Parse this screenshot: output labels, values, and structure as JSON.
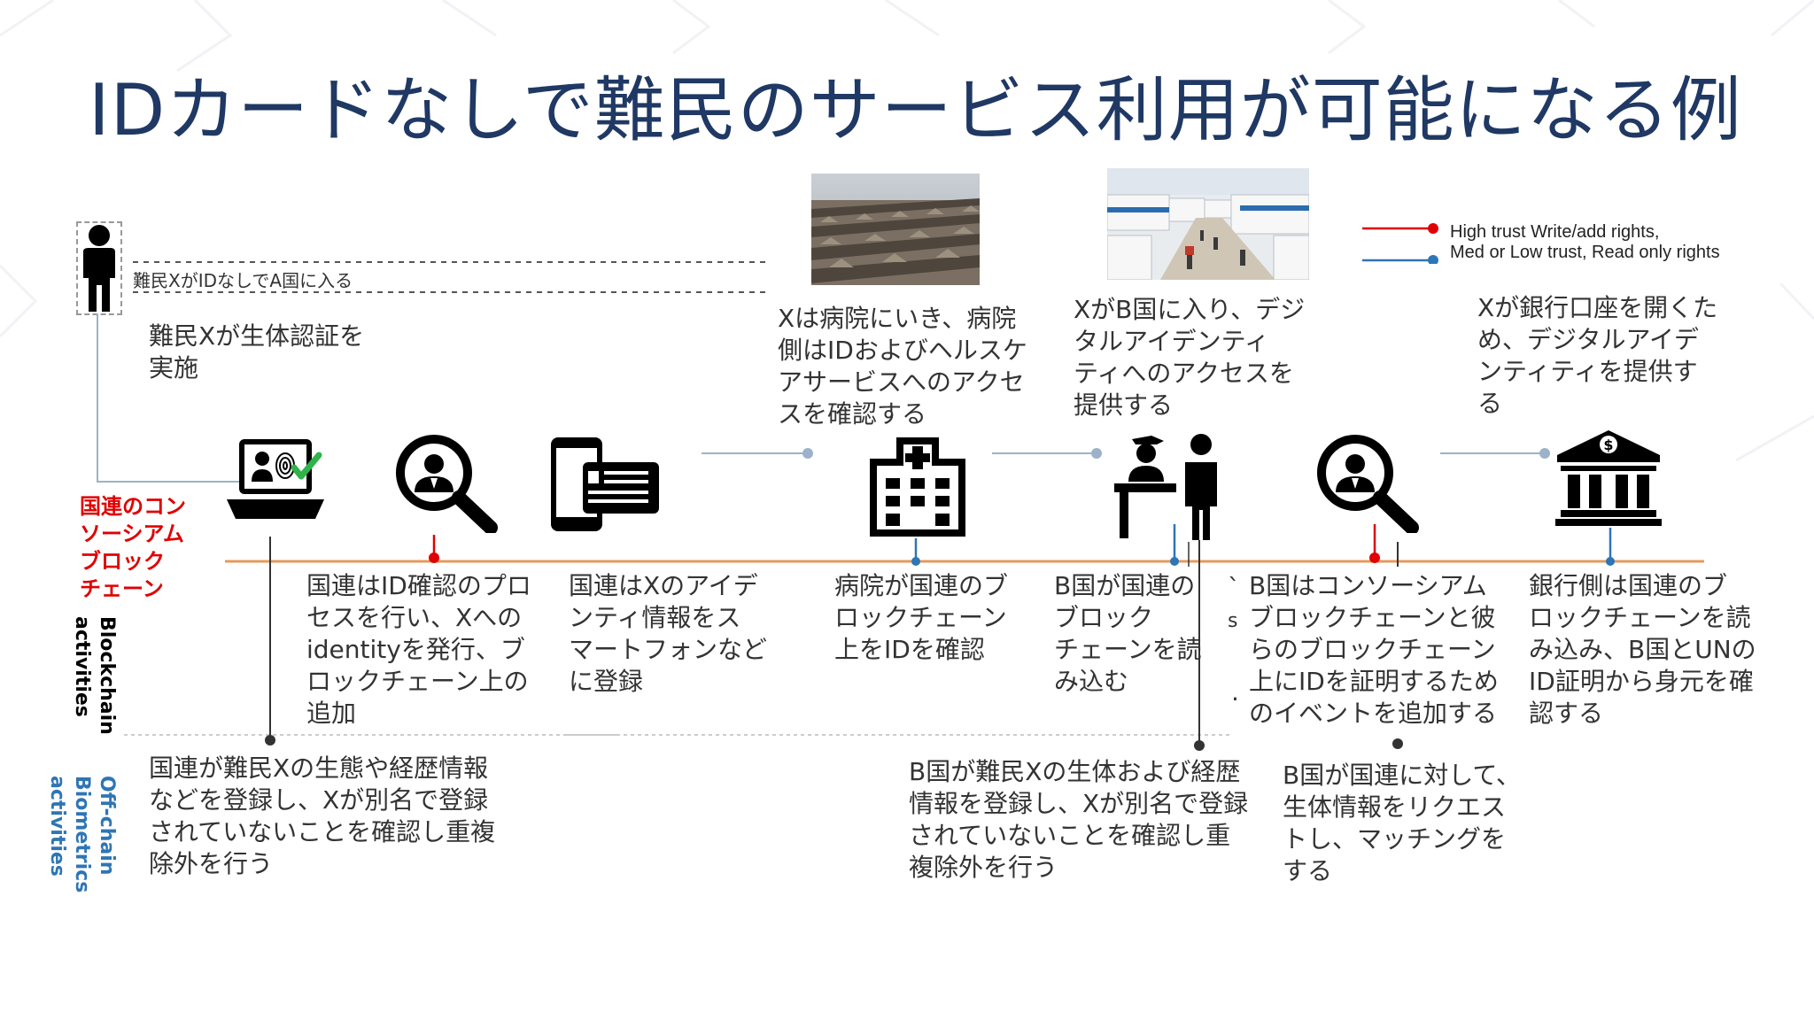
{
  "title": "IDカードなしで難民のサービス利用が可能になる例",
  "lanes": {
    "consortium_label": [
      "国連のコン",
      "ソーシアム",
      "ブロック",
      "チェーン"
    ],
    "blockchain_label": "Blockchain activities",
    "offchain_label": "Off-chain Biometrics activities"
  },
  "legend": {
    "red_line": "High trust Write/add rights,",
    "blue_line": "Med or Low trust, Read only rights"
  },
  "top_texts": {
    "enter_country": "難民XがIDなしでA国に入る",
    "biometric": [
      "難民Xが生体認証を",
      "実施"
    ],
    "hospital": [
      "Xは病院にいき、病院",
      "側はIDおよびヘルスケ",
      "アサービスへのアクセ",
      "スを確認する"
    ],
    "country_b": [
      "XがB国に入り、デジ",
      "タルアイデンティ",
      "ティへのアクセスを",
      "提供する"
    ],
    "bank": [
      "Xが銀行口座を開くた",
      "め、デジタルアイデ",
      "ンティティを提供す",
      "る"
    ]
  },
  "blockchain_texts": {
    "un_verify": [
      "国連はID確認のプロ",
      "セスを行い、Xへの",
      "identityを発行、ブ",
      "ロックチェーン上の",
      "追加"
    ],
    "un_register": [
      "国連はXのアイデ",
      "ンティ情報をス",
      "マートフォンなど",
      "に登録"
    ],
    "hospital_check": [
      "病院が国連のブ",
      "ロックチェーン",
      "上をIDを確認"
    ],
    "country_b_read": [
      "B国が国連の",
      "ブロック",
      "チェーンを読",
      "み込む"
    ],
    "country_b_event": [
      "B国はコンソーシアム",
      "ブロックチェーンと彼",
      "らのブロックチェーン",
      "上にIDを証明するため",
      "のイベントを追加する"
    ],
    "bank_read": [
      "銀行側は国連のブ",
      "ロックチェーンを読",
      "み込み、B国とUNの",
      "ID証明から身元を確",
      "認する"
    ]
  },
  "offchain_texts": {
    "un_biometric": [
      "国連が難民Xの生態や経歴情報",
      "などを登録し、Xが別名で登録",
      "されていないことを確認し重複",
      "除外を行う"
    ],
    "b_biometric": [
      "B国が難民Xの生体および経歴",
      "情報を登録し、Xが別名で登録",
      "されていないことを確認し重",
      "複除外を行う"
    ],
    "b_request": [
      "B国が国連に対して、",
      "生体情報をリクエス",
      "トし、マッチングを",
      "する"
    ]
  },
  "stray_marks": [
    "`",
    "s",
    "."
  ],
  "colors": {
    "title": "#1f3864",
    "timeline": "#e59a5c",
    "red": "#e00000",
    "blue": "#2e75b6",
    "check": "#2fb34a"
  },
  "icons": [
    "person-icon",
    "laptop-fingerprint-icon",
    "magnifier-person-icon",
    "phone-id-card-icon",
    "hospital-icon",
    "border-guard-icon",
    "magnifier-person-icon",
    "bank-icon"
  ]
}
